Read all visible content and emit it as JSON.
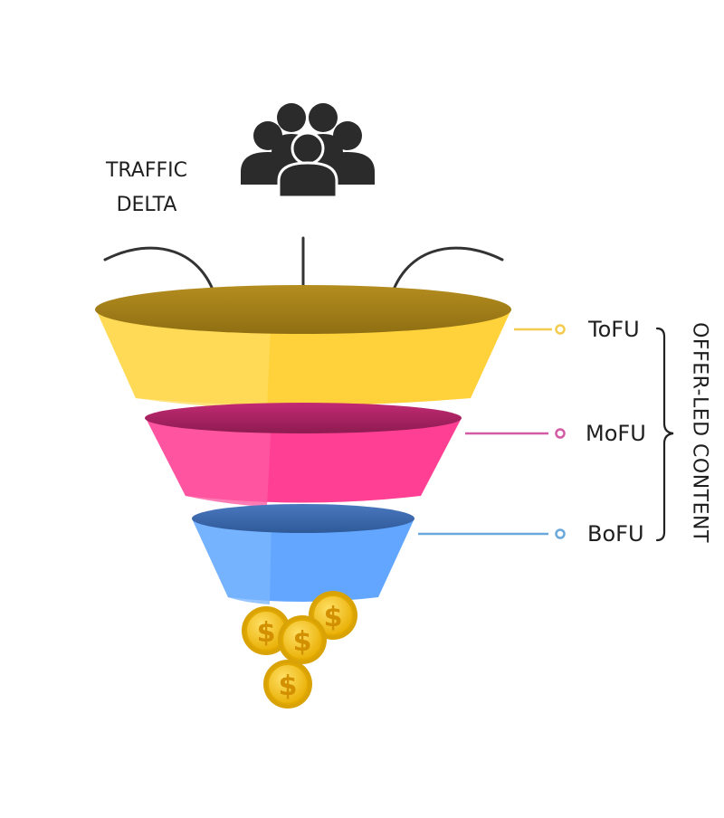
{
  "traffic_label": {
    "line1": "TRAFFIC",
    "line2": "DELTA"
  },
  "stages": [
    {
      "label": "ToFU",
      "color": "#ffd13b",
      "line_color": "#f3cc4f"
    },
    {
      "label": "MoFU",
      "color": "#ff3f93",
      "line_color": "#d35aa4"
    },
    {
      "label": "BoFU",
      "color": "#62a6ff",
      "line_color": "#6aa8dc"
    }
  ],
  "bracket_label": "OFFER-LED CONTENT",
  "icons": {
    "people": "people-group-icon",
    "coins": "dollar-coin-icon"
  },
  "coin_symbol": "$",
  "colors": {
    "coin": "#f6c51a",
    "coin_dark": "#d9a306",
    "arrow": "#333333"
  }
}
